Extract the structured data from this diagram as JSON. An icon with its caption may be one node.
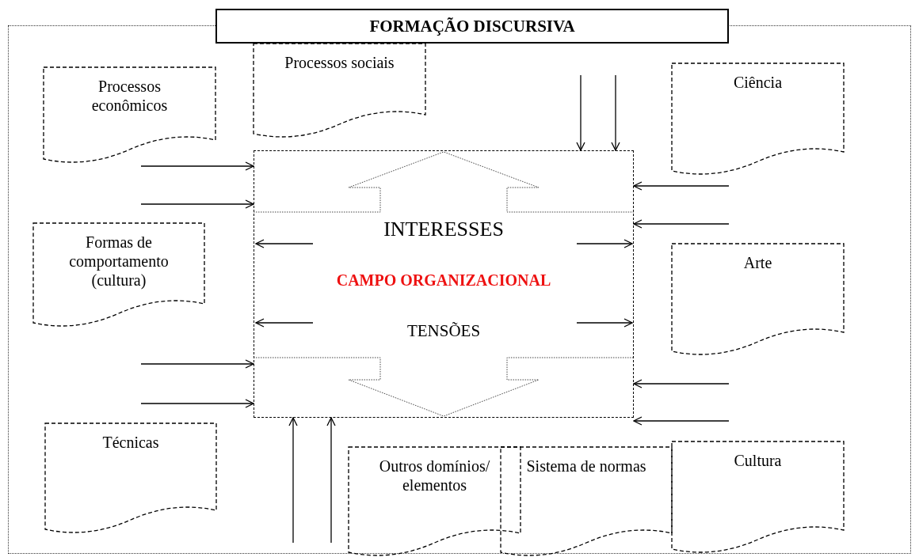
{
  "diagram": {
    "nodes": [
      {
        "text": [
          "FORMAÇÃO DISCURSIVA"
        ]
      },
      {
        "text": [
          "Processos econômicos"
        ],
        "in": 0
      },
      {
        "text": [
          "Processos sociais"
        ],
        "in": 0
      },
      {
        "text": [
          "Ciência"
        ],
        "in": 0
      },
      {
        "text": [
          "INTERESSES",
          "CAMPO ORGANIZACIONAL",
          "TENSÕES"
        ],
        "in": 0
      },
      {
        "text": [
          "Formas de comportamento (cultura)"
        ],
        "in": 0
      },
      {
        "text": [
          "Arte"
        ],
        "in": 0
      },
      {
        "text": [
          "Técnicas"
        ],
        "in": 0
      },
      {
        "text": [
          "Outros domínios/ elementos"
        ],
        "in": 0
      },
      {
        "text": [
          "Sistema de normas"
        ],
        "in": 0
      },
      {
        "text": [
          "Cultura"
        ],
        "in": 0
      }
    ],
    "edges": [
      {
        "from": null,
        "to": 4,
        "arrow": "to"
      },
      {
        "from": null,
        "to": 4,
        "arrow": "to"
      },
      {
        "from": null,
        "to": 4,
        "arrow": "to"
      },
      {
        "from": null,
        "to": 4,
        "arrow": "to"
      },
      {
        "from": null,
        "to": 4,
        "arrow": "to"
      },
      {
        "from": null,
        "to": 4,
        "arrow": "to"
      },
      {
        "from": null,
        "to": 4,
        "arrow": "to"
      },
      {
        "from": null,
        "to": 4,
        "arrow": "to"
      },
      {
        "from": null,
        "to": 4,
        "arrow": "to"
      },
      {
        "from": null,
        "to": 4,
        "arrow": "to"
      },
      {
        "from": null,
        "to": 4,
        "arrow": "to"
      },
      {
        "from": null,
        "to": 4,
        "arrow": "to"
      }
    ]
  }
}
